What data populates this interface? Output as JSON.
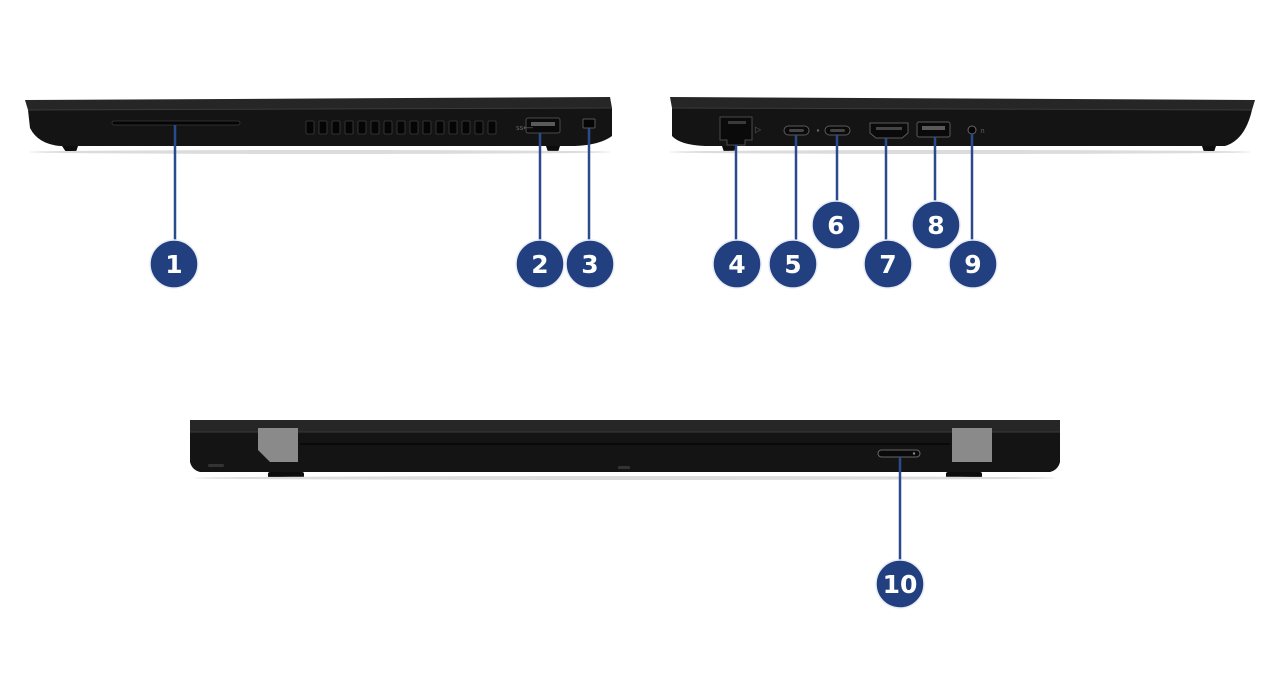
{
  "colors": {
    "callout_fill": "#22407f",
    "callout_text": "#ffffff",
    "leader_line": "#2a4a8e",
    "laptop_body": "#1a1a1a",
    "hinge": "#8a8a8a"
  },
  "views": {
    "left_side": {
      "name": "left-side-view"
    },
    "right_side": {
      "name": "right-side-view"
    },
    "rear": {
      "name": "rear-view"
    }
  },
  "callouts": [
    {
      "id": 1,
      "label": "1"
    },
    {
      "id": 2,
      "label": "2"
    },
    {
      "id": 3,
      "label": "3"
    },
    {
      "id": 4,
      "label": "4"
    },
    {
      "id": 5,
      "label": "5"
    },
    {
      "id": 6,
      "label": "6"
    },
    {
      "id": 7,
      "label": "7"
    },
    {
      "id": 8,
      "label": "8"
    },
    {
      "id": 9,
      "label": "9"
    },
    {
      "id": 10,
      "label": "10"
    }
  ]
}
